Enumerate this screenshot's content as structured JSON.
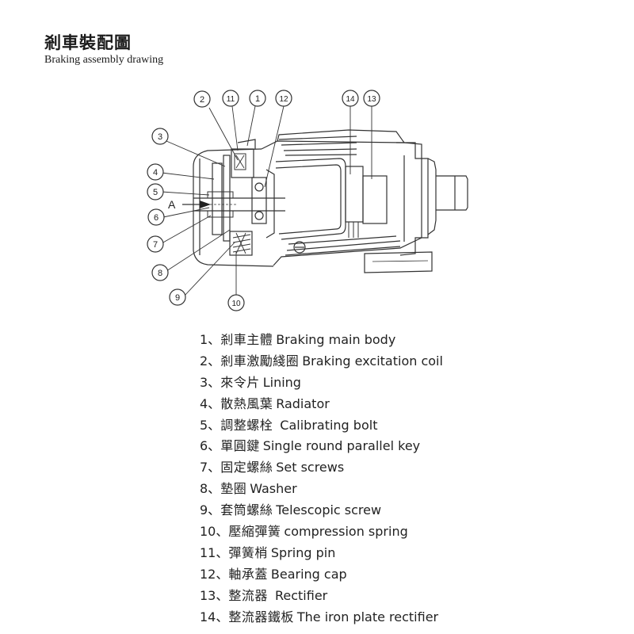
{
  "title": {
    "zh": "剎車裝配圖",
    "en": "Braking assembly drawing"
  },
  "diagram": {
    "arrow_label": "A",
    "callouts": [
      "1",
      "2",
      "3",
      "4",
      "5",
      "6",
      "7",
      "8",
      "9",
      "10",
      "11",
      "12",
      "13",
      "14"
    ]
  },
  "legend": [
    {
      "num": "1、",
      "zh": "剎車主體",
      "en": "Braking main body"
    },
    {
      "num": "2、",
      "zh": "剎車激勵綫圈",
      "en": "Braking excitation coil"
    },
    {
      "num": "3、",
      "zh": "來令片",
      "en": "Lining"
    },
    {
      "num": "4、",
      "zh": "散熱風葉",
      "en": "Radiator"
    },
    {
      "num": "5、",
      "zh": "調整螺栓",
      "en": " Calibrating bolt"
    },
    {
      "num": "6、",
      "zh": "單圓鍵",
      "en": "Single round parallel key"
    },
    {
      "num": "7、",
      "zh": "固定螺絲",
      "en": "Set screws"
    },
    {
      "num": "8、",
      "zh": "墊圈",
      "en": "Washer"
    },
    {
      "num": "9、",
      "zh": "套筒螺絲",
      "en": "Telescopic screw"
    },
    {
      "num": "10、",
      "zh": "壓縮彈簧",
      "en": "compression spring"
    },
    {
      "num": "11、",
      "zh": "彈簧梢",
      "en": "Spring pin"
    },
    {
      "num": "12、",
      "zh": "軸承蓋",
      "en": "Bearing cap"
    },
    {
      "num": "13、",
      "zh": "整流器",
      "en": " Rectifier"
    },
    {
      "num": "14、",
      "zh": "整流器鐵板",
      "en": "The iron plate rectifier"
    }
  ]
}
